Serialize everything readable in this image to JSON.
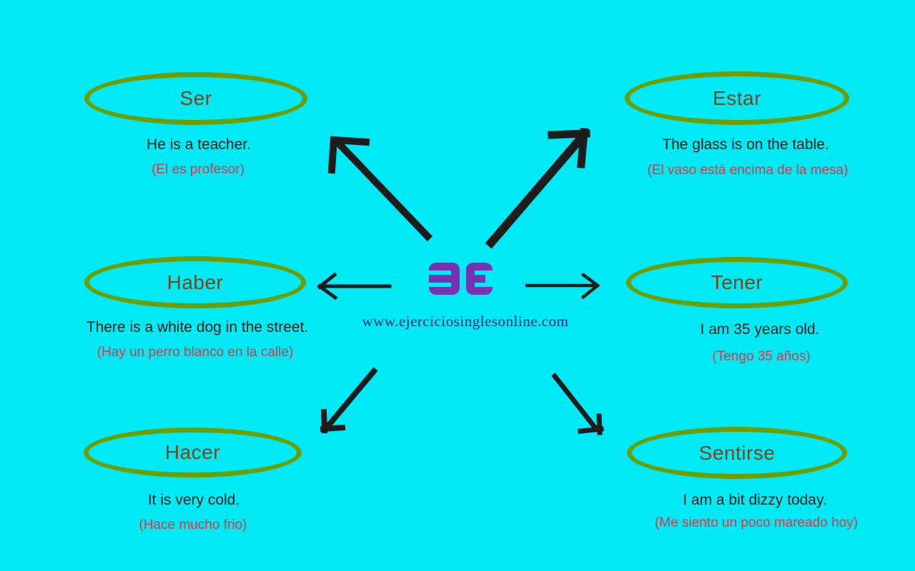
{
  "title": "BE verb uses diagram",
  "center": {
    "logo_text": "BE",
    "logo_color": "#7634B2",
    "website": "www.ejerciciosinglesonline.com",
    "website_color": "#1A2878"
  },
  "colors": {
    "background": "#00EAF6",
    "ellipse_border": "#6F9D04",
    "verb_text": "#7B431E",
    "english_text": "#12201A",
    "spanish_text": "#E03449",
    "arrow": "#1D1D1D"
  },
  "nodes": [
    {
      "label": "Ser",
      "english": "He is a teacher.",
      "spanish": "(El es profesor)",
      "position": "top-left"
    },
    {
      "label": "Estar",
      "english": "The glass is on the table.",
      "spanish": "(El vaso está encima de la mesa)",
      "position": "top-right"
    },
    {
      "label": "Haber",
      "english": "There is a white dog in the street.",
      "spanish": "(Hay un perro blanco en la calle)",
      "position": "middle-left"
    },
    {
      "label": "Tener",
      "english": "I am 35 years old.",
      "spanish": "(Tengo 35 años)",
      "position": "middle-right"
    },
    {
      "label": "Hacer",
      "english": "It is very cold.",
      "spanish": "(Hace mucho frio)",
      "position": "bottom-left"
    },
    {
      "label": "Sentirse",
      "english": "I am a bit dizzy today.",
      "spanish": "(Me siento un poco mareado hoy)",
      "position": "bottom-right"
    }
  ],
  "arrows": [
    {
      "direction": "up-left",
      "from": "BE",
      "to": "Ser"
    },
    {
      "direction": "up-right",
      "from": "BE",
      "to": "Estar"
    },
    {
      "direction": "left",
      "from": "BE",
      "to": "Haber"
    },
    {
      "direction": "right",
      "from": "BE",
      "to": "Tener"
    },
    {
      "direction": "down-left",
      "from": "BE",
      "to": "Hacer"
    },
    {
      "direction": "down-right",
      "from": "BE",
      "to": "Sentirse"
    }
  ]
}
